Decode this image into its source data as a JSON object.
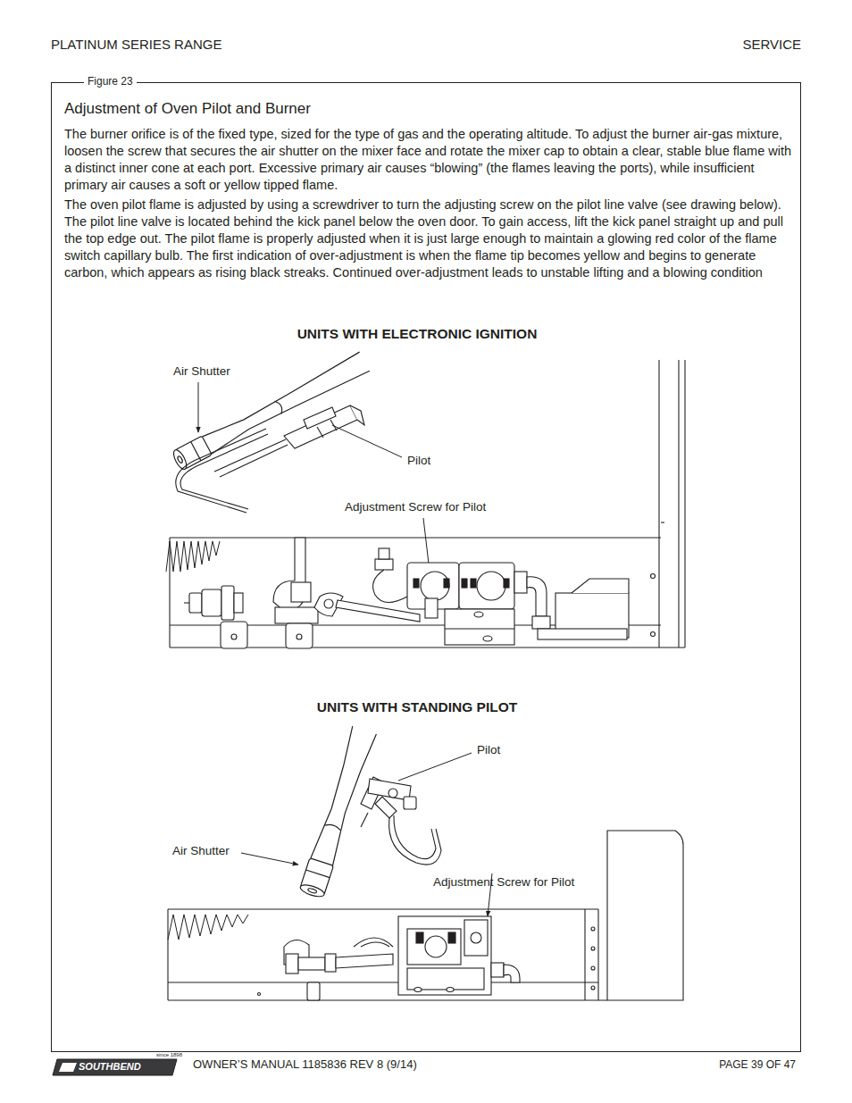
{
  "diagram": {
    "nodes": [
      {
        "text": [
          "Figure 23",
          "Adjustment of Oven Pilot and Burner",
          "The burner orifice is of the fixed type, sized for the type of gas and the operating altitude. To adjust the burner air-gas mixture, loosen the screw that secures the air shutter on the mixer face and rotate the mixer cap to obtain a clear, stable blue flame with a distinct inner cone at each port. Excessive primary air causes “blowing” (the flames leaving the ports), while insufficient primary air causes a soft or yellow tipped flame.",
          "The oven pilot flame is adjusted by using a screwdriver to turn the adjusting screw on the pilot line valve (see drawing below). The pilot line valve is located behind the kick panel below the oven door. To gain access, lift the kick panel straight up and pull the top edge out. The pilot flame is properly adjusted when it is just large enough to maintain a glowing red color of the flame switch capillary bulb. The first indication of over-adjustment is when the flame tip becomes yellow and begins to generate carbon, which appears as rising black streaks. Continued over-adjustment leads to unstable lifting and a blowing condition"
        ]
      }
    ],
    "edges": [],
    "labels": [
      "PLATINUM SERIES RANGE",
      "SERVICE",
      "UNITS WITH ELECTRONIC IGNITION",
      "Air Shutter",
      "Pilot",
      "Adjustment Screw for Pilot",
      "UNITS WITH STANDING PILOT",
      "Pilot",
      "Air Shutter",
      "Adjustment Screw for Pilot",
      "OWNER’S MANUAL 1185836 REV 8 (9/14)",
      "PAGE 39 OF 47",
      "SOUTHBEND",
      "since 1898"
    ]
  }
}
